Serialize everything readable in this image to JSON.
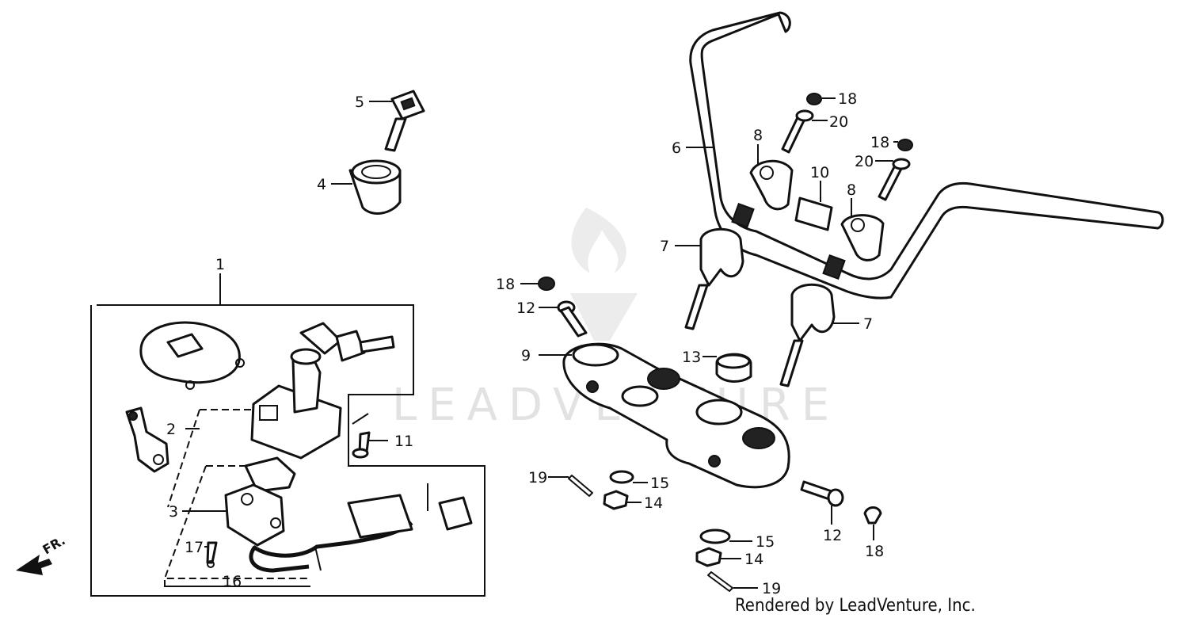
{
  "callouts": {
    "c1": "1",
    "c2": "2",
    "c3": "3",
    "c4": "4",
    "c5": "5",
    "c6": "6",
    "c7a": "7",
    "c7b": "7",
    "c8a": "8",
    "c8b": "8",
    "c9": "9",
    "c10": "10",
    "c11": "11",
    "c12a": "12",
    "c12b": "12",
    "c13": "13",
    "c14a": "14",
    "c14b": "14",
    "c15a": "15",
    "c15b": "15",
    "c16": "16",
    "c17": "17",
    "c18a": "18",
    "c18b": "18",
    "c18c": "18",
    "c18d": "18",
    "c19a": "19",
    "c19b": "19",
    "c20a": "20",
    "c20b": "20"
  },
  "front_arrow": "FR.",
  "watermark": "LEADVENTURE",
  "footer": "Rendered by LeadVenture, Inc."
}
